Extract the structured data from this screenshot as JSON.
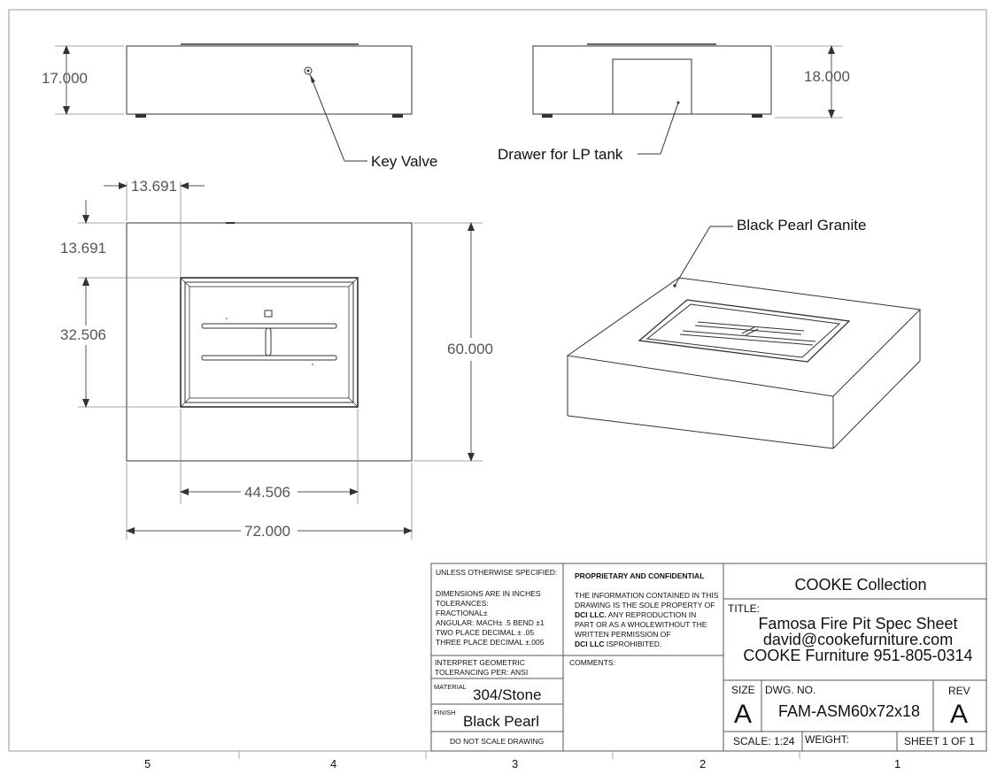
{
  "views": {
    "front": {
      "height_dim": "17.000",
      "callout": "Key Valve"
    },
    "side": {
      "height_dim": "18.000",
      "callout": "Drawer for LP tank"
    },
    "top": {
      "dim_offset_x": "13.691",
      "dim_offset_y": "13.691",
      "dim_burner_h": "32.506",
      "dim_overall_h": "60.000",
      "dim_burner_w": "44.506",
      "dim_overall_w": "72.000"
    },
    "iso": {
      "callout": "Black Pearl Granite"
    }
  },
  "title_block": {
    "unless_specified": "UNLESS OTHERWISE SPECIFIED:",
    "dims_in_inches": "DIMENSIONS ARE IN INCHES",
    "tolerances": "TOLERANCES:",
    "fractional": "FRACTIONAL±",
    "angular": "ANGULAR: MACH± .5   BEND ±1",
    "two_place": "TWO PLACE DECIMAL    ± .05",
    "three_place": "THREE PLACE DECIMAL   ±.005",
    "interpret_1": "INTERPRET GEOMETRIC",
    "interpret_2": "TOLERANCING PER: ANSI",
    "material_label": "MATERIAL",
    "material_value": "304/Stone",
    "finish_label": "FINISH",
    "finish_value": "Black Pearl",
    "do_not_scale": "DO NOT SCALE DRAWING",
    "proprietary_title": "PROPRIETARY AND CONFIDENTIAL",
    "prop_line1": "THE INFORMATION CONTAINED IN THIS",
    "prop_line2": "DRAWING IS THE SOLE PROPERTY OF",
    "prop_line3_a": "DCI LLC.",
    "prop_line3_b": "  ANY REPRODUCTION IN",
    "prop_line4": "PART OR AS A WHOLEWITHOUT THE",
    "prop_line5": "WRITTEN PERMISSION OF",
    "prop_line6_a": "DCI LLC",
    "prop_line6_b": " ISPROHIBITED.",
    "comments_label": "COMMENTS:",
    "company": "COOKE Collection",
    "title_label": "TITLE:",
    "title_line1": "Famosa Fire Pit Spec Sheet",
    "title_line2": "david@cookefurniture.com",
    "title_line3": "COOKE Furniture 951-805-0314",
    "size_label": "SIZE",
    "size_value": "A",
    "dwg_no_label": "DWG.  NO.",
    "dwg_no_value": "FAM-ASM60x72x18",
    "rev_label": "REV",
    "rev_value": "A",
    "scale": "SCALE: 1:24",
    "weight": "WEIGHT:",
    "sheet": "SHEET 1 OF 1"
  },
  "zones": [
    "5",
    "4",
    "3",
    "2",
    "1"
  ]
}
